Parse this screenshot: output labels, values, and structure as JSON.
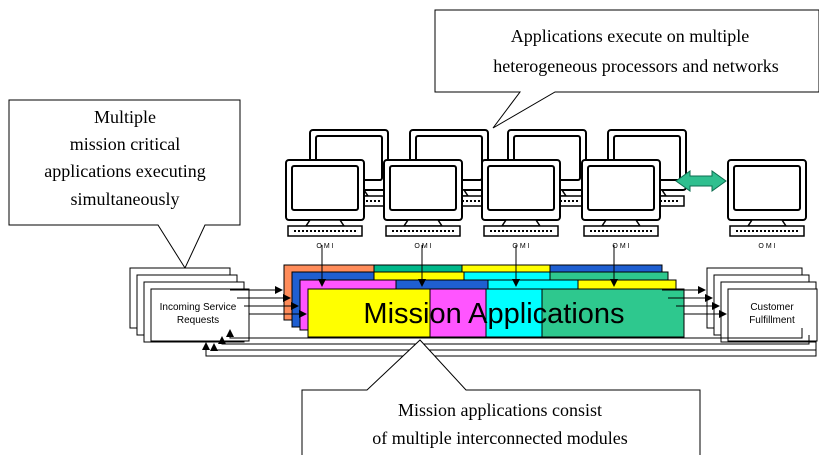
{
  "callouts": {
    "top_right": [
      "Applications execute on multiple",
      "heterogeneous processors and networks"
    ],
    "left": [
      "Multiple",
      "mission critical",
      "applications executing",
      "simultaneously"
    ],
    "bottom": [
      "Mission applications consist",
      "of multiple interconnected modules"
    ]
  },
  "computer_label": "OMI",
  "main_label": "Mission Applications",
  "incoming": [
    "Incoming Service",
    "Requests"
  ],
  "fulfillment": [
    "Customer",
    "Fulfillment"
  ],
  "colors": {
    "orange": "#ff8c5a",
    "teal": "#00b88a",
    "yellow": "#ffff00",
    "blue": "#1f5fd1",
    "magenta": "#ff55ff",
    "cyan": "#00ffff",
    "green": "#2ec88e",
    "link": "#2fbf8f"
  }
}
